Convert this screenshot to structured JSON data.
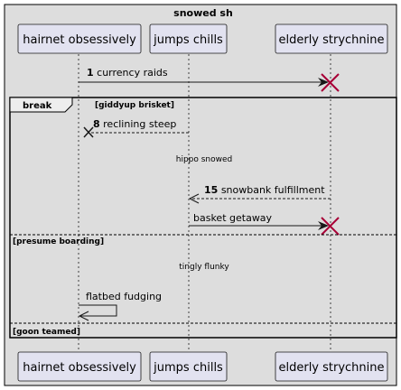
{
  "diagram": {
    "title": "snowed sh",
    "participants": [
      {
        "id": "p1",
        "label": "hairnet obsessively"
      },
      {
        "id": "p2",
        "label": "jumps chills"
      },
      {
        "id": "p3",
        "label": "elderly strychnine"
      }
    ],
    "messages": [
      {
        "num": "1",
        "text": "currency raids",
        "from": "p1",
        "to": "p3",
        "style": "solid",
        "end": "destroy"
      },
      {
        "num": "8",
        "text": "reclining steep",
        "from": "p2",
        "to": "p1",
        "style": "dashed",
        "end": "destroy"
      },
      {
        "num": "15",
        "text": "snowbank fulfillment",
        "from": "p3",
        "to": "p2",
        "style": "dashed",
        "end": "arrow"
      },
      {
        "num": "",
        "text": "basket getaway",
        "from": "p2",
        "to": "p3",
        "style": "solid",
        "end": "destroy"
      },
      {
        "num": "",
        "text": "flatbed fudging",
        "from": "p1",
        "to": "p1",
        "style": "solid",
        "end": "self"
      }
    ],
    "delays": [
      "hippo snowed",
      "tingly flunky"
    ],
    "fragment": {
      "keyword": "break",
      "condition": "[giddyup brisket]",
      "else_sections": [
        "[presume boarding]",
        "[goon teamed]"
      ]
    },
    "colors": {
      "frame_bg": "#dddddd",
      "participant_fill": "#e2e2f0",
      "participant_border": "#181818",
      "destroy": "#a80036"
    }
  }
}
